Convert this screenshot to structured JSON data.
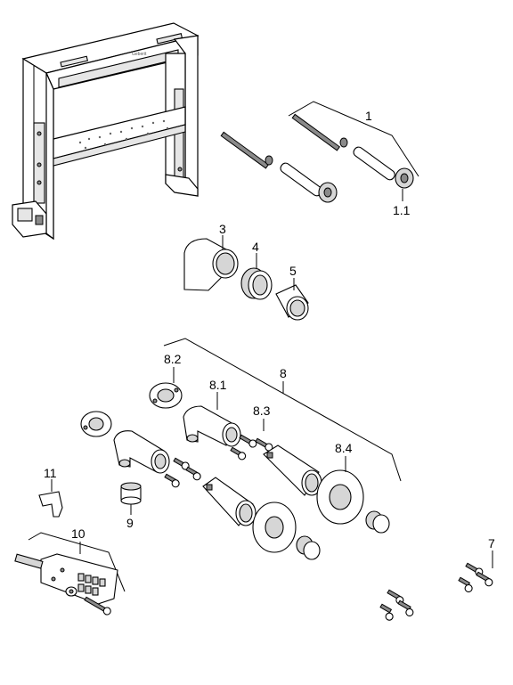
{
  "labels": {
    "p1": "1",
    "p1_1": "1.1",
    "p3": "3",
    "p4": "4",
    "p5": "5",
    "p8": "8",
    "p8_1": "8.1",
    "p8_2": "8.2",
    "p8_3": "8.3",
    "p8_4": "8.4",
    "p9": "9",
    "p10": "10",
    "p11": "11",
    "p7": "7"
  },
  "frame_brand": "Geberit"
}
